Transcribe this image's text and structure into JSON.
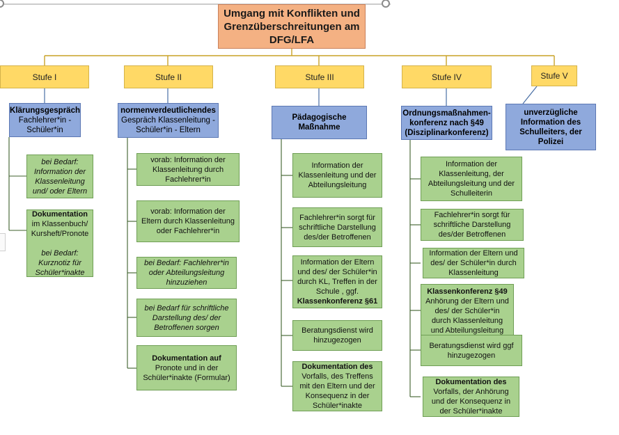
{
  "root_title": "Umgang mit Konflikten und Grenzüberschreitungen am DFG/LFA",
  "levels": [
    {
      "label": "Stufe I",
      "head": [
        {
          "t": "Klärungsgespräch",
          "s": "b"
        },
        {
          "t": "Fachlehrer*in -"
        },
        {
          "t": "Schüler*in"
        }
      ],
      "boxes": [
        [
          {
            "t": "bei Bedarf:",
            "s": "i"
          },
          {
            "t": "Information der",
            "s": "i"
          },
          {
            "t": "Klassenleitung",
            "s": "i"
          },
          {
            "t": "und/ oder Eltern",
            "s": "i"
          }
        ],
        [
          {
            "t": "Dokumentation",
            "s": "b"
          },
          {
            "t": "im Klassenbuch/"
          },
          {
            "t": "Kursheft/Pronote"
          },
          {
            "t": ""
          },
          {
            "t": "bei Bedarf:",
            "s": "i"
          },
          {
            "t": "Kurznotiz für",
            "s": "i"
          },
          {
            "t": "Schüler*inakte",
            "s": "i"
          }
        ]
      ]
    },
    {
      "label": "Stufe II",
      "head": [
        {
          "t": "normenverdeutlichendes",
          "s": "b"
        },
        {
          "t": "Gespräch Klassenleitung -"
        },
        {
          "t": "Schüler*in - Eltern"
        }
      ],
      "boxes": [
        [
          {
            "t": "vorab: Information der"
          },
          {
            "t": "Klassenleitung durch"
          },
          {
            "t": "Fachlehrer*in"
          }
        ],
        [
          {
            "t": "vorab: Information der"
          },
          {
            "t": "Eltern durch Klassenleitung"
          },
          {
            "t": "oder Fachlehrer*in"
          }
        ],
        [
          {
            "t": "bei Bedarf: Fachlehrer*in",
            "s": "i"
          },
          {
            "t": "oder Abteilungsleitung",
            "s": "i"
          },
          {
            "t": "hinzuziehen",
            "s": "i"
          }
        ],
        [
          {
            "t": "bei Bedarf für schriftliche",
            "s": "i"
          },
          {
            "t": "Darstellung des/ der",
            "s": "i"
          },
          {
            "t": "Betroffenen sorgen",
            "s": "i"
          }
        ],
        [
          {
            "t": "Dokumentation auf",
            "s": "b"
          },
          {
            "t": "Pronote und in der"
          },
          {
            "t": "Schüler*inakte (Formular)"
          }
        ]
      ]
    },
    {
      "label": "Stufe III",
      "head": [
        {
          "t": "Pädagogische",
          "s": "b"
        },
        {
          "t": "Maßnahme",
          "s": "b"
        }
      ],
      "boxes": [
        [
          {
            "t": "Information der"
          },
          {
            "t": "Klassenleitung und der"
          },
          {
            "t": "Abteilungsleitung"
          }
        ],
        [
          {
            "t": "Fachlehrer*in sorgt für"
          },
          {
            "t": "schriftliche Darstellung"
          },
          {
            "t": "des/der Betroffenen"
          }
        ],
        [
          {
            "t": "Information der Eltern"
          },
          {
            "t": "und des/ der Schüler*in"
          },
          {
            "t": "durch KL, Treffen in der"
          },
          {
            "t": "Schule , ggf."
          },
          {
            "t": "Klassenkonferenz §61",
            "s": "b"
          }
        ],
        [
          {
            "t": "Beratungsdienst wird"
          },
          {
            "t": "hinzugezogen"
          }
        ],
        [
          {
            "t": "Dokumentation des",
            "s": "b"
          },
          {
            "t": "Vorfalls, des Treffens"
          },
          {
            "t": "mit den Eltern und der"
          },
          {
            "t": "Konsequenz in der"
          },
          {
            "t": "Schüler*inakte"
          }
        ]
      ]
    },
    {
      "label": "Stufe IV",
      "head": [
        {
          "t": "Ordnungsmaßnahmen-",
          "s": "b"
        },
        {
          "t": "konferenz nach §49",
          "s": "b"
        },
        {
          "t": "(Disziplinarkonferenz)",
          "s": "b"
        }
      ],
      "boxes": [
        [
          {
            "t": "Information der"
          },
          {
            "t": "Klassenleitung, der"
          },
          {
            "t": "Abteilungsleitung und der"
          },
          {
            "t": "Schulleiterin"
          }
        ],
        [
          {
            "t": "Fachlehrer*in sorgt für"
          },
          {
            "t": "schriftliche Darstellung"
          },
          {
            "t": "des/der Betroffenen"
          }
        ],
        [
          {
            "t": "Information der Eltern und"
          },
          {
            "t": "des/ der Schüler*in durch"
          },
          {
            "t": "Klassenleitung"
          }
        ],
        [
          {
            "t": "Klassenkonferenz §49",
            "s": "b"
          },
          {
            "t": "Anhörung der Eltern und"
          },
          {
            "t": "des/ der Schüler*in"
          },
          {
            "t": "durch Klassenleitung"
          },
          {
            "t": "und Abteilungsleitung"
          }
        ],
        [
          {
            "t": "Beratungsdienst wird ggf"
          },
          {
            "t": "hinzugezogen"
          }
        ],
        [
          {
            "t": "Dokumentation des",
            "s": "b"
          },
          {
            "t": "Vorfalls, der Anhörung"
          },
          {
            "t": "und der Konsequenz in"
          },
          {
            "t": "der Schüler*inakte"
          }
        ]
      ]
    },
    {
      "label": "Stufe V",
      "head": [
        {
          "t": "unverzügliche",
          "s": "b"
        },
        {
          "t": "Information des",
          "s": "b"
        },
        {
          "t": "Schulleiters, der Polizei",
          "s": "b"
        }
      ],
      "boxes": []
    }
  ],
  "colors": {
    "root": "#f4b183",
    "stufe": "#ffd966",
    "head": "#8fa9dc",
    "box": "#a9d18e",
    "connector_gold": "#c9a227",
    "connector_blue": "#4a6fa5",
    "connector_green": "#3d5f2a"
  }
}
